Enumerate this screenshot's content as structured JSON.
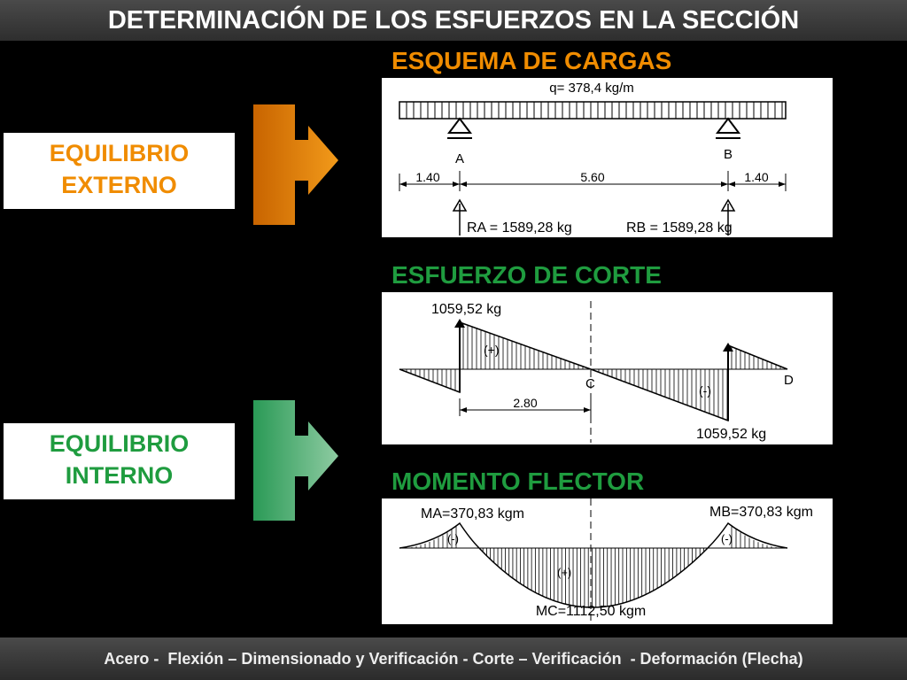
{
  "title": "DETERMINACIÓN DE LOS ESFUERZOS EN LA SECCIÓN",
  "footer": "Acero -  Flexión – Dimensionado y Verificación - Corte – Verificación  - Deformación (Flecha)",
  "left": {
    "externo": [
      "EQUILIBRIO",
      "EXTERNO"
    ],
    "interno": [
      "EQUILIBRIO",
      "INTERNO"
    ]
  },
  "colors": {
    "orange": "#f08c00",
    "green": "#1f9c3f"
  },
  "sections": {
    "cargas": {
      "heading": "ESQUEMA DE CARGAS",
      "q": "q= 378,4 kg/m",
      "support_a": "A",
      "support_b": "B",
      "dim_left": "1.40",
      "dim_mid": "5.60",
      "dim_right": "1.40",
      "ra": "RA = 1589,28 kg",
      "rb": "RB = 1589,28 kg"
    },
    "corte": {
      "heading": "ESFUERZO DE CORTE",
      "v_top": "1059,52 kg",
      "v_bottom": "1059,52 kg",
      "plus": "(+)",
      "minus": "(-)",
      "point_c": "C",
      "point_d": "D",
      "dim": "2.80"
    },
    "momento": {
      "heading": "MOMENTO FLECTOR",
      "ma": "MA=370,83 kgm",
      "mb": "MB=370,83 kgm",
      "mc": "MC=1112,50 kgm",
      "minus_left": "(-)",
      "minus_right": "(-)",
      "plus": "(+)"
    }
  }
}
